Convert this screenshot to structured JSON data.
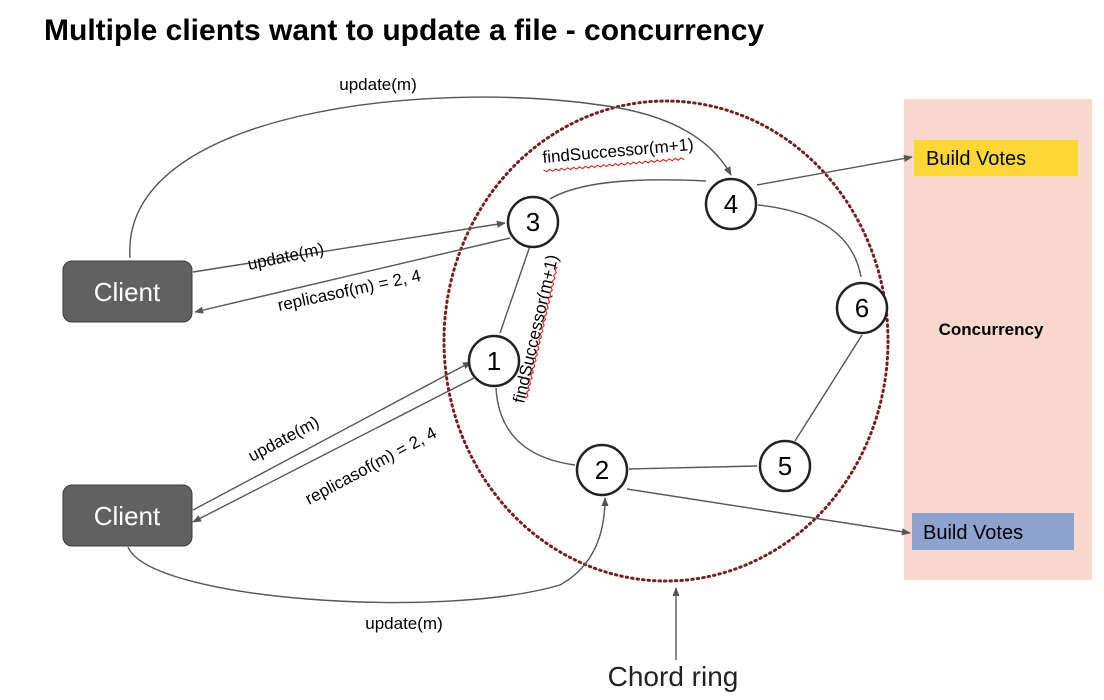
{
  "title": "Multiple clients want to update a file - concurrency",
  "clients": [
    {
      "id": "client-top",
      "label": "Client"
    },
    {
      "id": "client-bottom",
      "label": "Client"
    }
  ],
  "nodes": [
    {
      "id": "1",
      "label": "1"
    },
    {
      "id": "2",
      "label": "2"
    },
    {
      "id": "3",
      "label": "3"
    },
    {
      "id": "4",
      "label": "4"
    },
    {
      "id": "5",
      "label": "5"
    },
    {
      "id": "6",
      "label": "6"
    }
  ],
  "edge_labels": {
    "top_update_arc": "update(m)",
    "find_successor_top": "findSuccessor(m+1)",
    "find_successor_mid": "findSuccessor(m+1)",
    "client1_update": "update(m)",
    "client1_replica": "replicasof(m) = 2, 4",
    "client2_update": "update(m)",
    "client2_replica": "replicasof(m) = 2, 4",
    "bottom_update_arc": "update(m)"
  },
  "votes": [
    {
      "id": "vote-top",
      "label": "Build Votes",
      "color": "#fdd835"
    },
    {
      "id": "vote-bottom",
      "label": "Build Votes",
      "color": "#8ea2cf"
    }
  ],
  "panel": {
    "label": "Concurrency",
    "color": "#f8d7cc"
  },
  "ring_label": "Chord ring",
  "colors": {
    "client_fill": "#616161",
    "ring_dots": "#7a1f1f",
    "edge": "#555555",
    "spellcheck_underline": "#e02020"
  }
}
